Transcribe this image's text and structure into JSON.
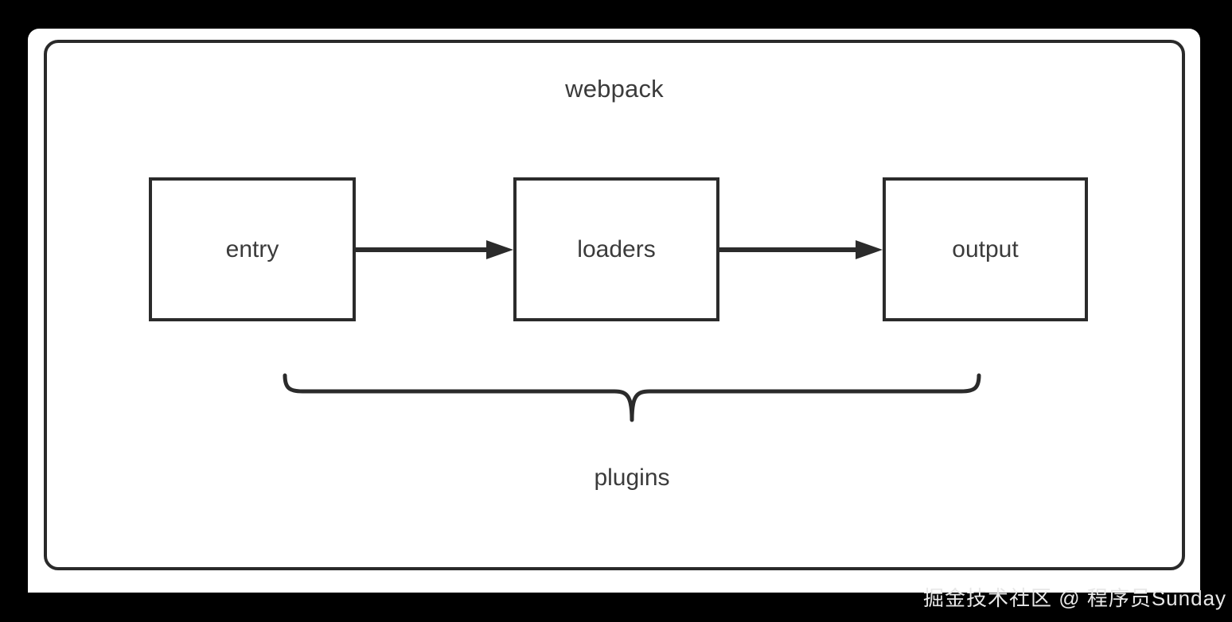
{
  "diagram": {
    "title": "webpack",
    "type": "flow",
    "nodes": [
      {
        "id": "entry",
        "label": "entry"
      },
      {
        "id": "loaders",
        "label": "loaders"
      },
      {
        "id": "output",
        "label": "output"
      }
    ],
    "connectors": [
      {
        "id": "entry-to-loaders",
        "from": "entry",
        "to": "loaders",
        "style": "arrow"
      },
      {
        "id": "loaders-to-output",
        "from": "loaders",
        "to": "output",
        "style": "arrow"
      }
    ],
    "grouping": {
      "id": "plugins-group",
      "label": "plugins",
      "style": "curly-brace",
      "spans": [
        "entry",
        "loaders",
        "output"
      ]
    },
    "colors": {
      "stroke": "#2b2b2b",
      "text": "#3b3b3b",
      "background": "#ffffff",
      "page_background": "#000000",
      "watermark": "#e8e8e8"
    }
  },
  "watermark": {
    "text": "掘金技术社区 @ 程序员Sunday"
  }
}
